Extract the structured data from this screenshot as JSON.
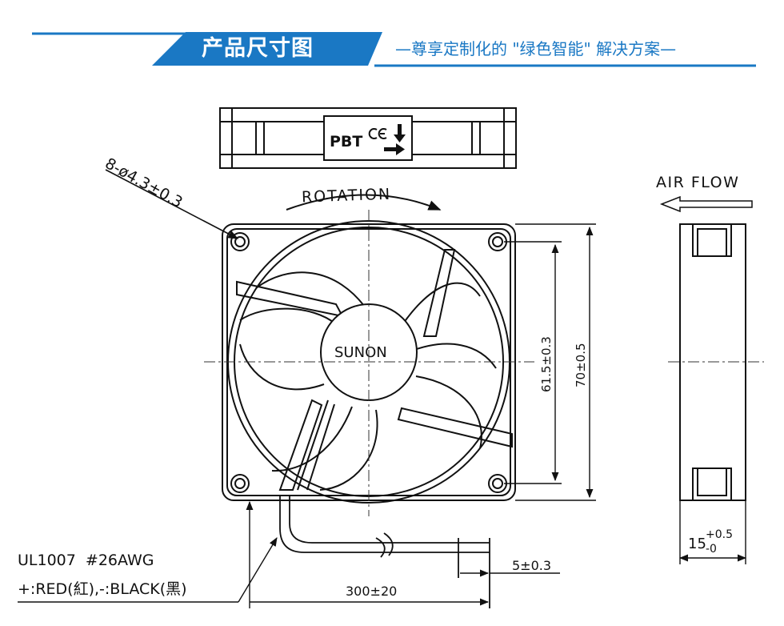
{
  "banner": {
    "title": "产品尺寸图",
    "slogan": "—尊享定制化的 \"绿色智能\" 解决方案—",
    "accent_color": "#1a78c4"
  },
  "drawing": {
    "label_text": "PBT",
    "brand": "SUNON",
    "rotation_label": "ROTATION",
    "airflow_label": "AIR FLOW",
    "hole_spec": "8-ø4.3±0.3",
    "dim_mounting": "61.5±0.3",
    "dim_frame": "70±0.5",
    "dim_thickness_base": "15",
    "dim_thickness_plus": "+0.5",
    "dim_thickness_minus": "-0",
    "dim_lead_length": "300±20",
    "dim_strip": "5±0.3",
    "wire_spec": "UL1007  #26AWG",
    "wire_colors": "+:RED(紅),-:BLACK(黑)",
    "icons": [
      "ce-mark-icon",
      "down-arrow-icon",
      "right-arrow-icon",
      "airflow-arrow-icon"
    ]
  }
}
